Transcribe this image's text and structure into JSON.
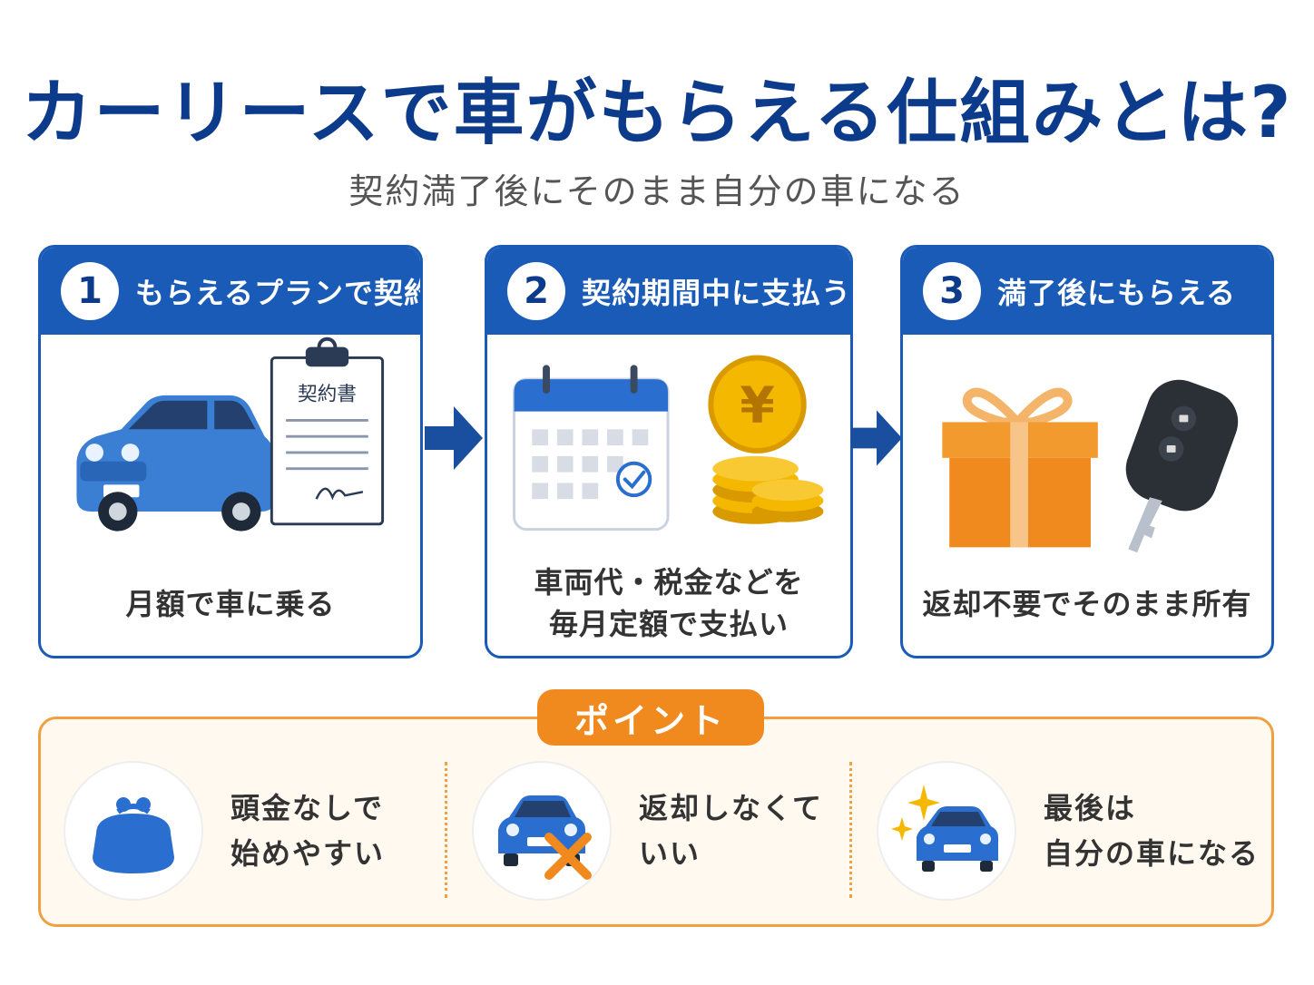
{
  "title": "カーリースで車がもらえる仕組みとは?",
  "subtitle": "契約満了後にそのまま自分の車になる",
  "steps": [
    {
      "num": "1",
      "title": "もらえるプランで契約",
      "caption": [
        "月額で車に乗る"
      ],
      "doc_label": "契約書"
    },
    {
      "num": "2",
      "title": "契約期間中に支払う",
      "caption": [
        "車両代・税金などを",
        "毎月定額で支払い"
      ],
      "coin_label": "¥"
    },
    {
      "num": "3",
      "title": "満了後にもらえる",
      "caption": [
        "返却不要でそのまま所有"
      ]
    }
  ],
  "point": {
    "label": "ポイント",
    "items": [
      {
        "lines": [
          "頭金なしで",
          "始めやすい"
        ],
        "icon": "wallet-icon"
      },
      {
        "lines": [
          "返却しなくて",
          "いい"
        ],
        "icon": "car-cross-icon"
      },
      {
        "lines": [
          "最後は",
          "自分の車になる"
        ],
        "icon": "sparkle-car-icon"
      }
    ]
  },
  "colors": {
    "navy": "#0d3b8c",
    "blue": "#1a5bb8",
    "orange": "#f08a1e",
    "gold": "#f5b800"
  }
}
